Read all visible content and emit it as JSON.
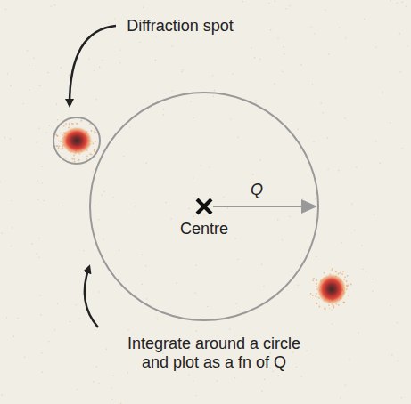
{
  "diagram": {
    "labels": [
      "Diffraction spot",
      "Q",
      "Centre",
      "Integrate around a circle and plot as a fn of Q"
    ]
  }
}
